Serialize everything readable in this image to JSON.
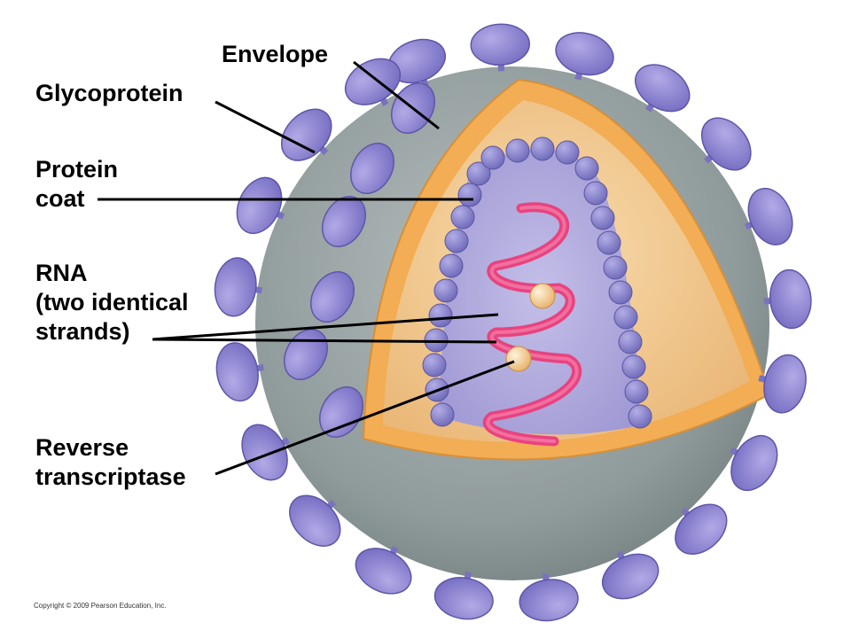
{
  "labels": {
    "envelope": "Envelope",
    "glycoprotein": "Glycoprotein",
    "protein_coat": [
      "Protein",
      "coat"
    ],
    "rna": [
      "RNA",
      "(two identical",
      "strands)"
    ],
    "reverse_transcriptase": [
      "Reverse",
      "transcriptase"
    ]
  },
  "copyright": "Copyright © 2009 Pearson Education, Inc.",
  "colors": {
    "envelope_gray": "#8f9a9a",
    "membrane_orange": "#f2ad55",
    "interior_tan": "#f3c78f",
    "capsid_purple": "#a89fd6",
    "capsid_bead": "#8b85cc",
    "spike_purple": "#8f86d1",
    "rna_pink": "#e8437f",
    "enzyme_peach": "#f6cf94"
  }
}
